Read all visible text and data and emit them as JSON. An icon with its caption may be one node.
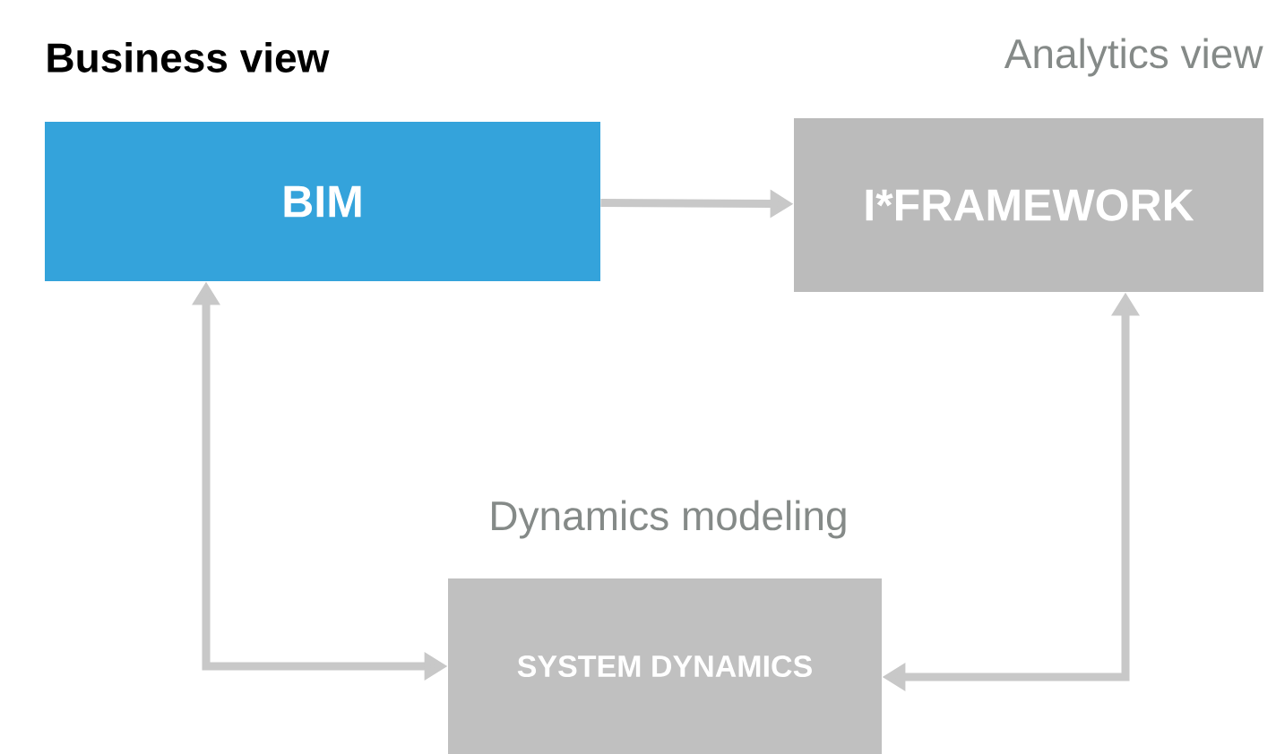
{
  "diagram": {
    "nodes": [
      {
        "text": [
          "Business view",
          "BIM"
        ]
      },
      {
        "text": [
          "Analytics view",
          "I*FRAMEWORK"
        ]
      },
      {
        "text": [
          "Dynamics modeling",
          "SYSTEM DYNAMICS"
        ]
      }
    ],
    "edges": [
      {
        "from": 0,
        "to": 1,
        "arrow": "to"
      },
      {
        "from": 0,
        "to": 2,
        "arrow": "both"
      },
      {
        "from": 2,
        "to": 1,
        "arrow": "both"
      }
    ]
  }
}
